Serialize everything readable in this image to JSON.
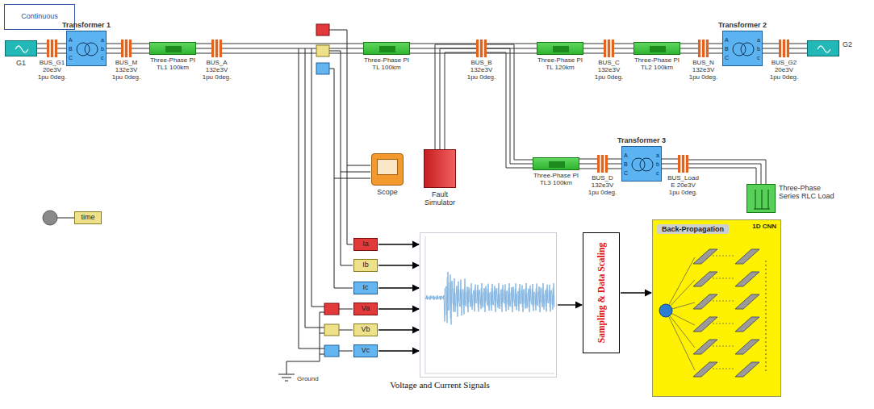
{
  "diagram": {
    "nodes": [
      {
        "text": [
          "Continuous"
        ]
      },
      {
        "text": [
          "G1"
        ]
      },
      {
        "text": [
          "BUS_G1 20e3V 1pu 0deg."
        ]
      },
      {
        "text": [
          "Transformer 1"
        ]
      },
      {
        "text": [
          "BUS_M 132e3V 1pu 0deg."
        ]
      },
      {
        "text": [
          "Three-Phase PI TL1 100km"
        ]
      },
      {
        "text": [
          "BUS_A 132e3V 1pu 0deg."
        ]
      },
      {
        "text": [
          "Three-Phase PI TL 100km"
        ]
      },
      {
        "text": [
          "BUS_B 132e3V 1pu 0deg."
        ]
      },
      {
        "text": [
          "Three-Phase PI TL 120km"
        ]
      },
      {
        "text": [
          "BUS_C 132e3V 1pu 0deg."
        ]
      },
      {
        "text": [
          "Three-Phase PI TL2 100km"
        ]
      },
      {
        "text": [
          "BUS_N 132e3V 1pu 0deg."
        ]
      },
      {
        "text": [
          "Transformer 2"
        ]
      },
      {
        "text": [
          "BUS_G2 20e3V 1pu 0deg."
        ]
      },
      {
        "text": [
          "G2"
        ]
      },
      {
        "text": [
          "Scope"
        ]
      },
      {
        "text": [
          "Fault Simulator"
        ]
      },
      {
        "text": [
          "Three-Phase PI TL3 100km"
        ]
      },
      {
        "text": [
          "BUS_D 132e3V 1pu 0deg."
        ]
      },
      {
        "text": [
          "Transformer 3"
        ]
      },
      {
        "text": [
          "BUS_Load E 20e3V 1pu 0deg."
        ]
      },
      {
        "text": [
          "Three-Phase Series RLC Load"
        ]
      },
      {
        "text": [
          "time"
        ]
      },
      {
        "text": [
          "Ia"
        ]
      },
      {
        "text": [
          "Ib"
        ]
      },
      {
        "text": [
          "Ic"
        ]
      },
      {
        "text": [
          "Va"
        ]
      },
      {
        "text": [
          "Vb"
        ]
      },
      {
        "text": [
          "Vc"
        ]
      },
      {
        "text": [
          "Voltage and Current Signals"
        ]
      },
      {
        "text": [
          "Sampling & Data Scaling"
        ]
      },
      {
        "text": [
          "1D CNN",
          "Back-Propagation"
        ]
      }
    ],
    "edges": [
      {
        "from": 1,
        "to": 2,
        "arrow": "none"
      },
      {
        "from": 2,
        "to": 3,
        "arrow": "none"
      },
      {
        "from": 3,
        "to": 4,
        "arrow": "none"
      },
      {
        "from": 4,
        "to": 5,
        "arrow": "none"
      },
      {
        "from": 5,
        "to": 6,
        "arrow": "none"
      },
      {
        "from": 6,
        "to": 7,
        "arrow": "none"
      },
      {
        "from": 7,
        "to": 8,
        "arrow": "none"
      },
      {
        "from": 8,
        "to": 9,
        "arrow": "none"
      },
      {
        "from": 9,
        "to": 10,
        "arrow": "none"
      },
      {
        "from": 10,
        "to": 11,
        "arrow": "none"
      },
      {
        "from": 11,
        "to": 12,
        "arrow": "none"
      },
      {
        "from": 12,
        "to": 13,
        "arrow": "none"
      },
      {
        "from": 13,
        "to": 14,
        "arrow": "none"
      },
      {
        "from": 14,
        "to": 15,
        "arrow": "none"
      },
      {
        "from": 8,
        "to": 17,
        "arrow": "none"
      },
      {
        "from": 8,
        "to": 18,
        "arrow": "none"
      },
      {
        "from": 18,
        "to": 19,
        "arrow": "none"
      },
      {
        "from": 19,
        "to": 20,
        "arrow": "none"
      },
      {
        "from": 20,
        "to": 21,
        "arrow": "none"
      },
      {
        "from": 21,
        "to": 22,
        "arrow": "none"
      },
      {
        "from": 24,
        "to": 30,
        "arrow": "to"
      },
      {
        "from": 25,
        "to": 30,
        "arrow": "to"
      },
      {
        "from": 26,
        "to": 30,
        "arrow": "to"
      },
      {
        "from": 27,
        "to": 30,
        "arrow": "to"
      },
      {
        "from": 28,
        "to": 30,
        "arrow": "to"
      },
      {
        "from": 29,
        "to": 30,
        "arrow": "to"
      },
      {
        "from": 30,
        "to": 31,
        "arrow": "to"
      },
      {
        "from": 31,
        "to": 32,
        "arrow": "to"
      }
    ],
    "labels": [
      "Ground",
      "A",
      "B",
      "C",
      "a",
      "b",
      "c",
      "A",
      "B",
      "C",
      "a",
      "b",
      "c",
      "A",
      "B",
      "C",
      "a",
      "b",
      "c"
    ]
  }
}
